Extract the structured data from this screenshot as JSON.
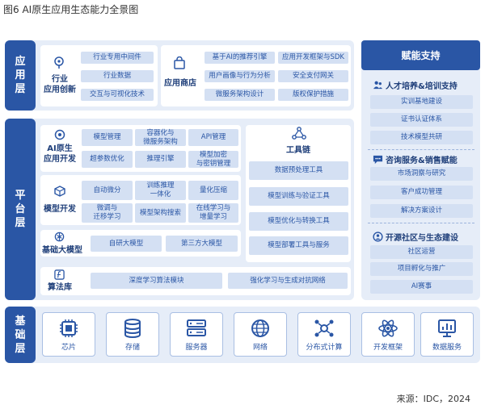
{
  "figure_title": "图6  AI原生应用生态能力全景图",
  "source": "来源：IDC，2024",
  "layers": {
    "application": {
      "title": "应用层",
      "industry_innovation": {
        "label_line1": "行业",
        "label_line2": "应用创新",
        "icon": "lightbulb-pin-icon",
        "items": [
          "行业专用中间件",
          "行业数据",
          "交互与可视化技术"
        ]
      },
      "app_store": {
        "label": "应用商店",
        "icon": "shopping-bag-icon",
        "items": [
          "基于AI的推荐引擎",
          "应用开发框架与SDK",
          "用户画像与行为分析",
          "安全支付网关",
          "微服务架构设计",
          "版权保护措施"
        ]
      }
    },
    "platform": {
      "title": "平台层",
      "ai_native_dev": {
        "label_line1": "AI原生",
        "label_line2": "应用开发",
        "icon": "gear-bulb-icon",
        "items": [
          "模型管理",
          "容器化与\n微服务架构",
          "API管理",
          "超参数优化",
          "推理引擎",
          "模型加密\n与密钥管理"
        ]
      },
      "model_dev": {
        "label": "模型开发",
        "icon": "cube-icon",
        "items": [
          "自动微分",
          "训练推理\n一体化",
          "量化压缩",
          "微调与\n迁移学习",
          "模型架构搜索",
          "在线学习与\n增量学习"
        ]
      },
      "foundation_model": {
        "label": "基础大模型",
        "icon": "openai-icon",
        "items": [
          "自研大模型",
          "第三方大模型"
        ]
      },
      "algorithm_lib": {
        "label": "算法库",
        "icon": "function-icon",
        "items": [
          "深度学习算法模块",
          "强化学习与生成对抗网络"
        ]
      },
      "toolchain": {
        "label": "工具链",
        "icon": "network-icon",
        "items": [
          "数据预处理工具",
          "模型训练与验证工具",
          "模型优化与转换工具",
          "模型部署工具与服务"
        ]
      }
    },
    "infrastructure": {
      "title": "基础层",
      "items": [
        {
          "label": "芯片",
          "icon": "chip-icon"
        },
        {
          "label": "存储",
          "icon": "database-icon"
        },
        {
          "label": "服务器",
          "icon": "server-icon"
        },
        {
          "label": "网络",
          "icon": "globe-icon"
        },
        {
          "label": "分布式计算",
          "icon": "distributed-nodes-icon"
        },
        {
          "label": "开发框架",
          "icon": "atom-icon"
        },
        {
          "label": "数据服务",
          "icon": "data-chart-icon"
        }
      ]
    }
  },
  "enablement": {
    "title": "赋能支持",
    "talent": {
      "title": "人才培养&培训支持",
      "icon": "people-icon",
      "items": [
        "实训基地建设",
        "证书认证体系",
        "技术模型共研"
      ]
    },
    "consulting": {
      "title": "咨询服务&销售赋能",
      "icon": "chat-icon",
      "items": [
        "市场洞察与研究",
        "客户成功管理",
        "解决方案设计"
      ]
    },
    "open_source": {
      "title": "开源社区与生态建设",
      "icon": "community-icon",
      "items": [
        "社区运营",
        "项目孵化与推广",
        "AI赛事"
      ]
    }
  }
}
